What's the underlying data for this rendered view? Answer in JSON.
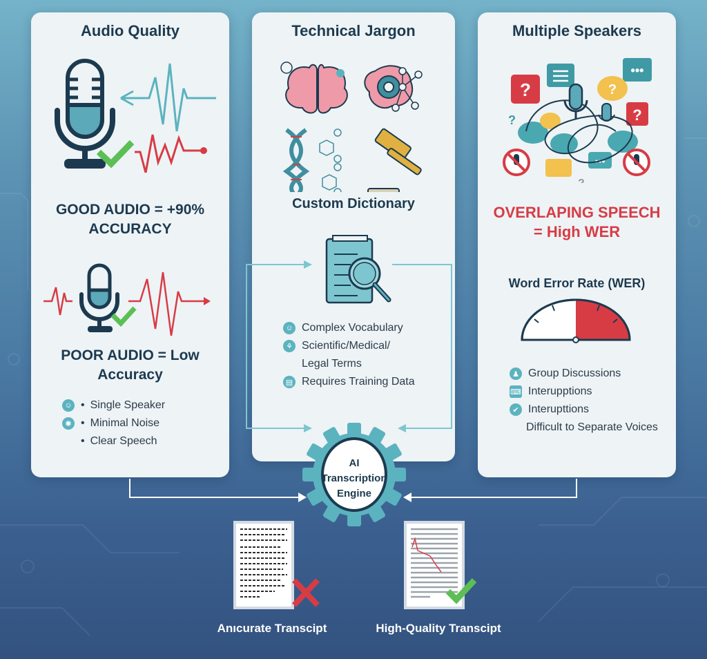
{
  "colors": {
    "accent_teal": "#5bb3bf",
    "dark_navy": "#1c3a4f",
    "alert_red": "#d73c45",
    "success_green": "#5cbf55",
    "card_bg": "#eef3f6"
  },
  "audio_quality": {
    "title": "Audio Quality",
    "good_statement": [
      "GOOD AUDIO = +90%",
      "ACCURACY"
    ],
    "poor_statement": [
      "POOR AUDIO = Low",
      "Accuracy"
    ],
    "list": [
      {
        "icon": "person-icon",
        "bullet": "•",
        "label": "Single Speaker"
      },
      {
        "icon": "noise-icon",
        "bullet": "•",
        "label": "Minimal Noise"
      },
      {
        "icon": "",
        "bullet": "•",
        "label": "Clear Speech"
      }
    ]
  },
  "technical_jargon": {
    "title": "Technical Jargon",
    "icons": [
      "brain-icon",
      "brain-gear-network-icon",
      "dna-molecule-icon",
      "gavel-icon"
    ],
    "subtitle": "Custom Dictionary",
    "list": [
      {
        "icon": "vocabulary-icon",
        "label": "Complex Vocabulary"
      },
      {
        "icon": "science-icon",
        "label": "Scientific/Medical/"
      },
      {
        "icon": "",
        "label": "Legal Terms"
      },
      {
        "icon": "training-data-icon",
        "label": "Requires Training Data"
      }
    ]
  },
  "multiple_speakers": {
    "title": "Multiple Speakers",
    "statement": [
      "OVERLAPING SPEECH",
      "= High WER"
    ],
    "gauge_title": "Word Error Rate (WER)",
    "gauge_level": "high",
    "list": [
      {
        "icon": "group-icon",
        "label": "Group Discussions"
      },
      {
        "icon": "interruption-icon",
        "label": "Interupptions"
      },
      {
        "icon": "check-badge-icon",
        "label": "Interupttions"
      },
      {
        "icon": "",
        "label": "Difficult to Separate Voices"
      }
    ]
  },
  "engine": {
    "lines": [
      "AI",
      "Transcription",
      "Engine"
    ]
  },
  "outputs": [
    {
      "label": "Anıcurate Transcipt",
      "status": "x-mark"
    },
    {
      "label": "High-Quality Transcipt",
      "status": "check-mark"
    }
  ]
}
